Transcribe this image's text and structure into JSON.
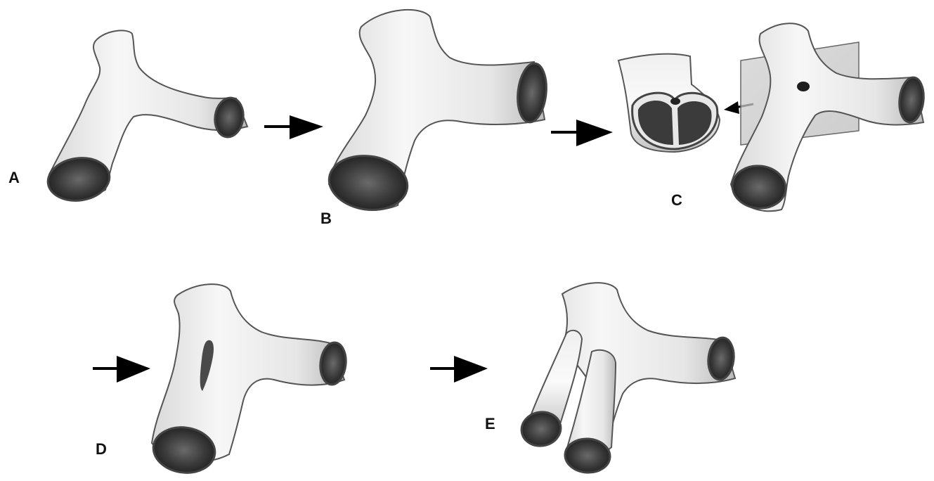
{
  "figure": {
    "panels": [
      {
        "id": "A",
        "label": "A"
      },
      {
        "id": "B",
        "label": "B"
      },
      {
        "id": "C",
        "label": "C"
      },
      {
        "id": "D",
        "label": "D"
      },
      {
        "id": "E",
        "label": "E"
      }
    ]
  },
  "colors": {
    "vessel_light": "#f4f4f4",
    "vessel_mid": "#d6d6d6",
    "vessel_dark": "#8f8f8f",
    "outline": "#4a4a4a",
    "lumen": "#2e2e2e",
    "arrow": "#000000",
    "plane": "#c9c9c9"
  }
}
